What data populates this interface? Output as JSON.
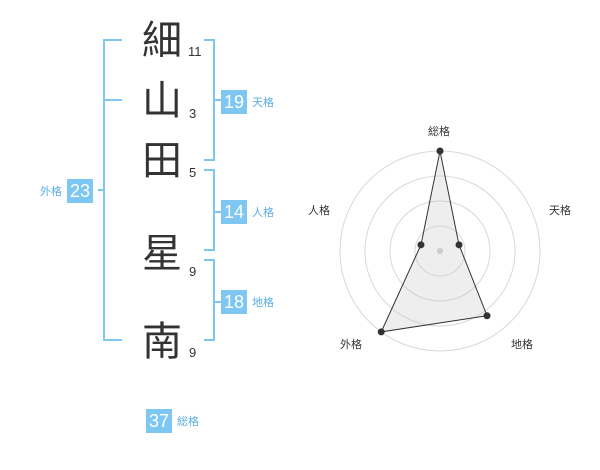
{
  "name": {
    "characters": [
      {
        "char": "細",
        "strokes": "11"
      },
      {
        "char": "山",
        "strokes": "3"
      },
      {
        "char": "田",
        "strokes": "5"
      },
      {
        "char": "星",
        "strokes": "9"
      },
      {
        "char": "南",
        "strokes": "9"
      }
    ]
  },
  "fortunes": {
    "tenkaku": {
      "value": "19",
      "label": "天格"
    },
    "jinkaku": {
      "value": "14",
      "label": "人格"
    },
    "chikaku": {
      "value": "18",
      "label": "地格"
    },
    "gaikaku": {
      "value": "23",
      "label": "外格"
    },
    "soukaku": {
      "value": "37",
      "label": "総格"
    }
  },
  "colors": {
    "bracket": "#7ec7f2",
    "badge": "#7ec7f2",
    "badge_label": "#5aaee6",
    "radar_fill": "#eeeeee",
    "radar_line": "#333333"
  },
  "chart_data": {
    "type": "radar",
    "axes": [
      "総格",
      "天格",
      "地格",
      "外格",
      "人格"
    ],
    "values": [
      5,
      1,
      4,
      5,
      1
    ],
    "max": 5,
    "rings": 4,
    "grid": true
  }
}
